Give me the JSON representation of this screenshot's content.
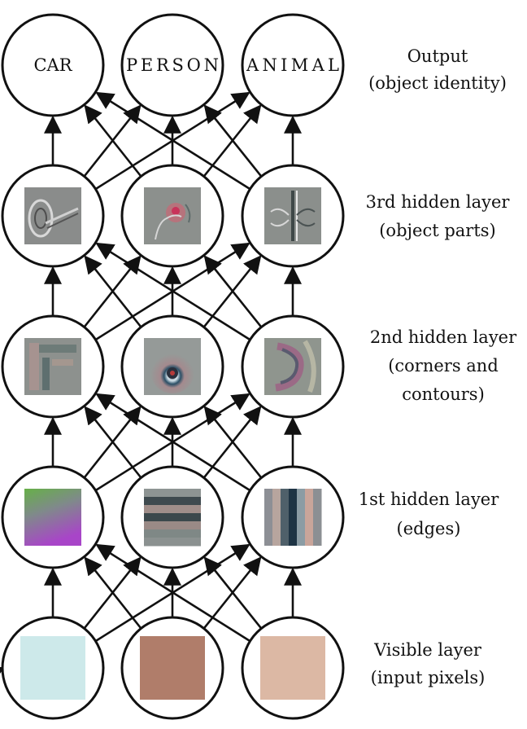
{
  "layers": [
    {
      "id": "output",
      "label_line1": "Output",
      "label_line2": "(object identity)",
      "label_line3": "",
      "nodes": [
        {
          "text": "CAR",
          "feature": "none"
        },
        {
          "text": "PERSON",
          "feature": "none"
        },
        {
          "text": "ANIMAL",
          "feature": "none"
        }
      ]
    },
    {
      "id": "hidden3",
      "label_line1": "3rd hidden layer",
      "label_line2": "(object parts)",
      "label_line3": "",
      "nodes": [
        {
          "text": "",
          "feature": "wheel-part"
        },
        {
          "text": "",
          "feature": "face-part"
        },
        {
          "text": "",
          "feature": "animal-part"
        }
      ]
    },
    {
      "id": "hidden2",
      "label_line1": "2nd hidden layer",
      "label_line2": "(corners and",
      "label_line3": "contours)",
      "nodes": [
        {
          "text": "",
          "feature": "corner"
        },
        {
          "text": "",
          "feature": "ring"
        },
        {
          "text": "",
          "feature": "contour"
        }
      ]
    },
    {
      "id": "hidden1",
      "label_line1": "1st hidden layer",
      "label_line2": "(edges)",
      "label_line3": "",
      "nodes": [
        {
          "text": "",
          "feature": "gradient-green-purple"
        },
        {
          "text": "",
          "feature": "horizontal-stripes"
        },
        {
          "text": "",
          "feature": "vertical-stripes"
        }
      ]
    },
    {
      "id": "visible",
      "label_line1": "Visible layer",
      "label_line2": "(input pixels)",
      "label_line3": "",
      "nodes": [
        {
          "text": "",
          "feature": "pixel",
          "color": "#cde9ea"
        },
        {
          "text": "",
          "feature": "pixel",
          "color": "#b07d6a"
        },
        {
          "text": "",
          "feature": "pixel",
          "color": "#dcb8a4"
        }
      ]
    }
  ]
}
